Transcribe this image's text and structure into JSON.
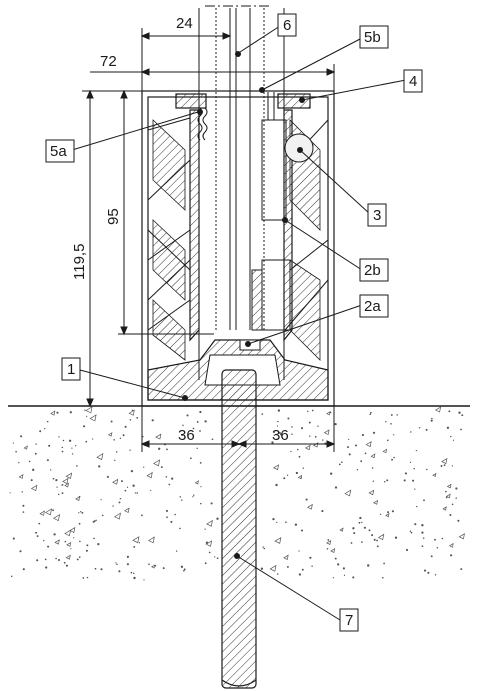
{
  "dimensions": {
    "width_24": "24",
    "width_72": "72",
    "height_95": "95",
    "height_119_5": "119,5",
    "half_left_36": "36",
    "half_right_36": "36"
  },
  "callouts": [
    {
      "id": "c6",
      "text": "6"
    },
    {
      "id": "c5b",
      "text": "5b"
    },
    {
      "id": "c4",
      "text": "4"
    },
    {
      "id": "c5a",
      "text": "5a"
    },
    {
      "id": "c3",
      "text": "3"
    },
    {
      "id": "c2b",
      "text": "2b"
    },
    {
      "id": "c2a",
      "text": "2a"
    },
    {
      "id": "c1",
      "text": "1"
    },
    {
      "id": "c7",
      "text": "7"
    }
  ],
  "colors": {
    "line": "#1a1a1a",
    "hatch": "#333333",
    "concrete_dots": "#555555",
    "background": "#ffffff"
  }
}
